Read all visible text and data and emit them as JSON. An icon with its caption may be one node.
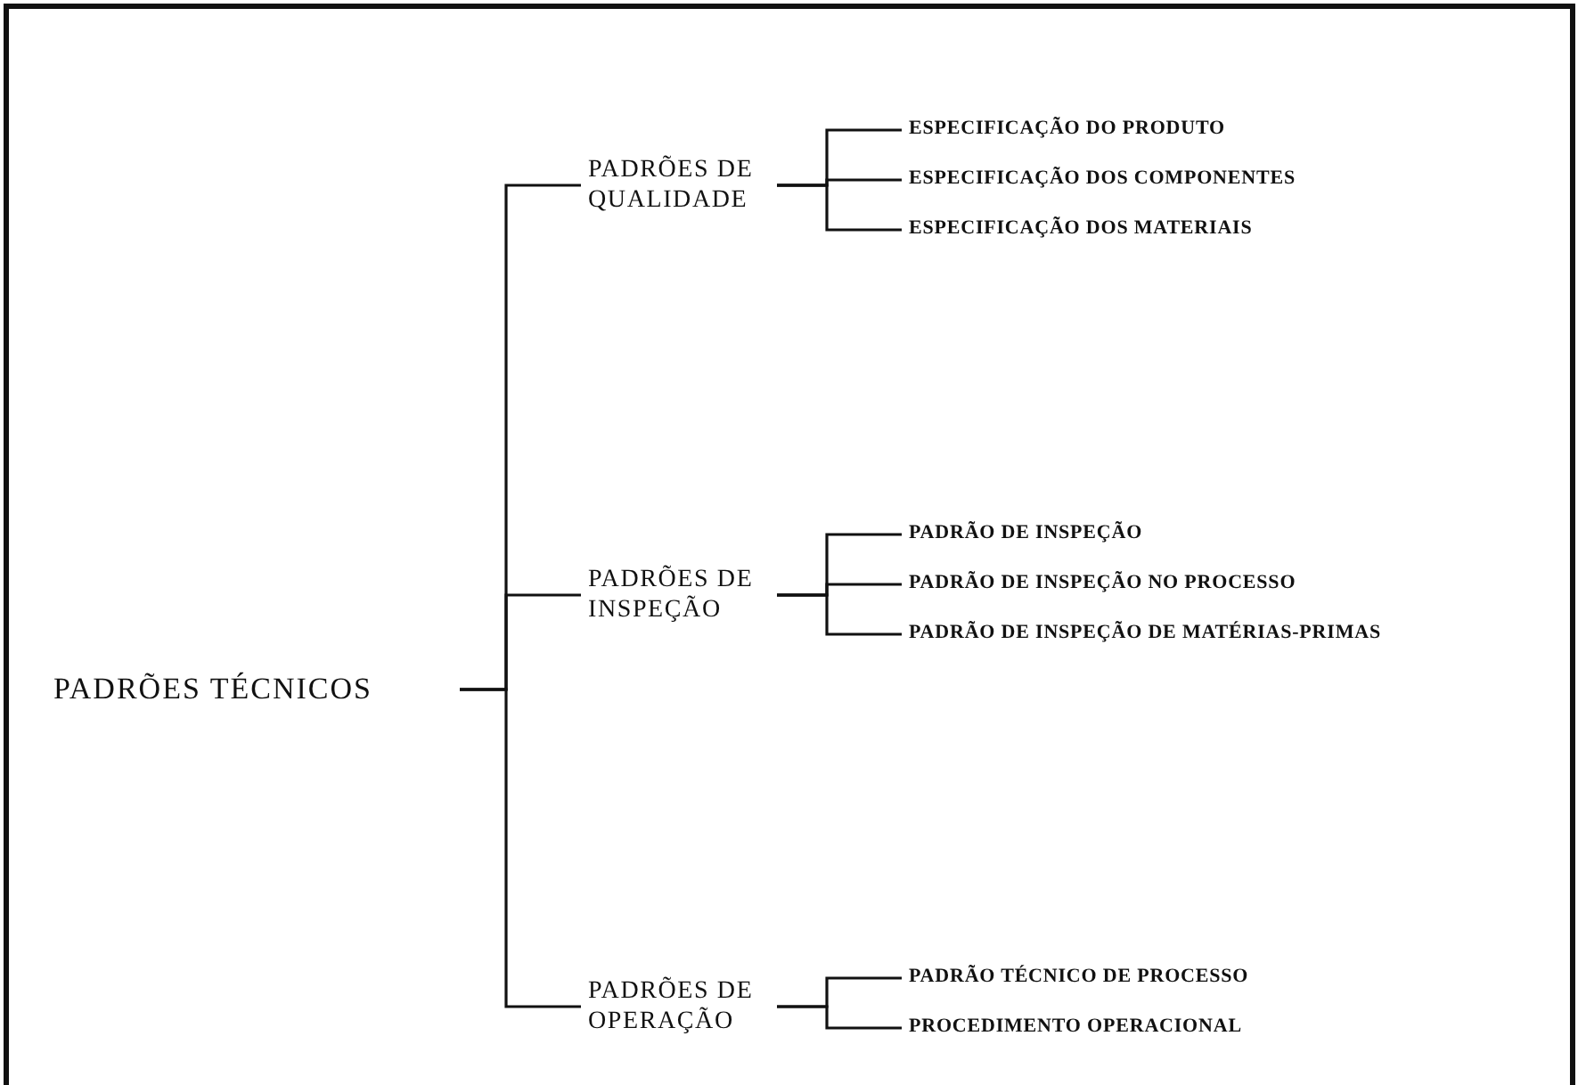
{
  "diagram": {
    "nodes": [
      {
        "text": [
          "PADRÕES TÉCNICOS"
        ]
      },
      {
        "text": [
          "PADRÕES DE QUALIDADE"
        ]
      },
      {
        "text": [
          "ESPECIFICAÇÃO DO PRODUTO"
        ]
      },
      {
        "text": [
          "ESPECIFICAÇÃO DOS COMPONENTES"
        ]
      },
      {
        "text": [
          "ESPECIFICAÇÃO DOS MATERIAIS"
        ]
      },
      {
        "text": [
          "PADRÕES DE INSPEÇÃO"
        ]
      },
      {
        "text": [
          "PADRÃO DE INSPEÇÃO"
        ]
      },
      {
        "text": [
          "PADRÃO DE INSPEÇÃO NO PROCESSO"
        ]
      },
      {
        "text": [
          "PADRÃO DE INSPEÇÃO DE MATÉRIAS-PRIMAS"
        ]
      },
      {
        "text": [
          "PADRÕES DE OPERAÇÃO"
        ]
      },
      {
        "text": [
          "PADRÃO TÉCNICO DE PROCESSO"
        ]
      },
      {
        "text": [
          "PROCEDIMENTO OPERACIONAL"
        ]
      }
    ],
    "edges": [
      {
        "from": 0,
        "to": 1,
        "arrow": "none"
      },
      {
        "from": 0,
        "to": 5,
        "arrow": "none"
      },
      {
        "from": 0,
        "to": 9,
        "arrow": "none"
      },
      {
        "from": 1,
        "to": 2,
        "arrow": "none"
      },
      {
        "from": 1,
        "to": 3,
        "arrow": "none"
      },
      {
        "from": 1,
        "to": 4,
        "arrow": "none"
      },
      {
        "from": 5,
        "to": 6,
        "arrow": "none"
      },
      {
        "from": 5,
        "to": 7,
        "arrow": "none"
      },
      {
        "from": 5,
        "to": 8,
        "arrow": "none"
      },
      {
        "from": 9,
        "to": 10,
        "arrow": "none"
      },
      {
        "from": 9,
        "to": 11,
        "arrow": "none"
      }
    ]
  }
}
